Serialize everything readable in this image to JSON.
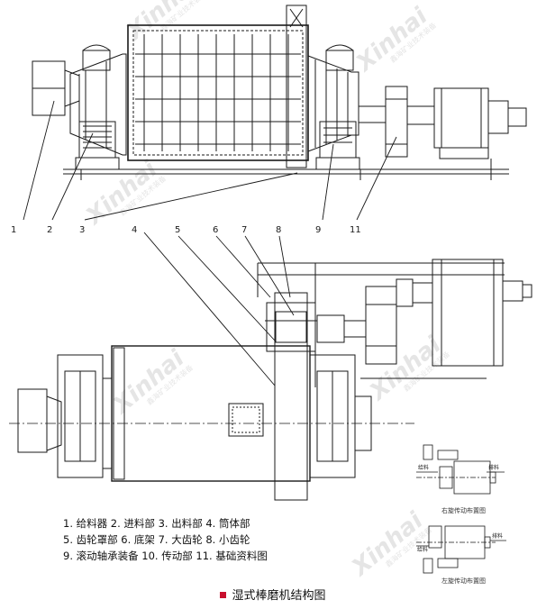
{
  "callouts": [
    "1",
    "2",
    "3",
    "4",
    "5",
    "6",
    "7",
    "8",
    "9",
    "11"
  ],
  "legend": {
    "line1": "1. 给料器  2. 进料部  3. 出料部  4. 筒体部",
    "line2": "5. 齿轮罩部  6. 底架  7. 大齿轮  8. 小齿轮",
    "line3": "9. 滚动轴承装备  10. 传动部  11. 基础资料图"
  },
  "insets": {
    "right_title": "右旋传动布置图",
    "left_title": "左旋传动布置图",
    "label_in": "给料",
    "label_out": "排料"
  },
  "watermark": {
    "brand": "Xinhai",
    "tagline": "鑫海矿业技术装备"
  },
  "caption": "湿式棒磨机结构图",
  "colors": {
    "line": "#1a1a1a",
    "accent": "#c8102e",
    "watermark": "#c8c8c8"
  }
}
